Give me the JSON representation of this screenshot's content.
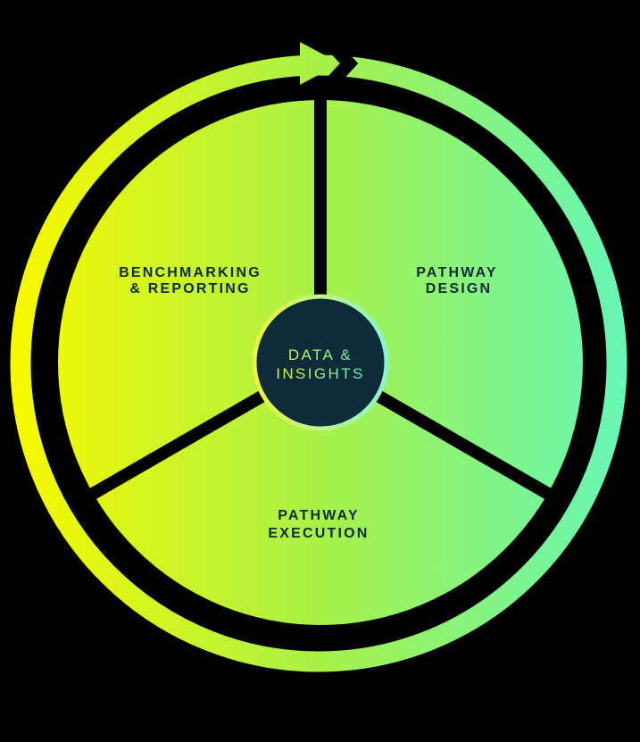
{
  "diagram": {
    "type": "cycle",
    "background": "#000000",
    "colors": {
      "gradient_start": "#F8F900",
      "gradient_mid": "#A8F148",
      "gradient_end": "#66F7B7",
      "navy": "#0E2B39",
      "divider": "#000000",
      "center_fill": "#0E2B39",
      "center_text_start": "#E8F43A",
      "center_text_end": "#55EDC5",
      "center_ring_start": "#EFF23F",
      "center_ring_end": "#86F5D2"
    },
    "center_badge": {
      "line1": "DATA &",
      "line2": "INSIGHTS"
    },
    "segments": [
      {
        "name": "benchmarking-reporting",
        "line1": "BENCHMARKING",
        "line2": "& REPORTING"
      },
      {
        "name": "pathway-design",
        "line1": "PATHWAY",
        "line2": "DESIGN"
      },
      {
        "name": "pathway-execution",
        "line1": "PATHWAY",
        "line2": "EXECUTION"
      }
    ],
    "cycle_arrow": {
      "direction": "clockwise"
    }
  }
}
